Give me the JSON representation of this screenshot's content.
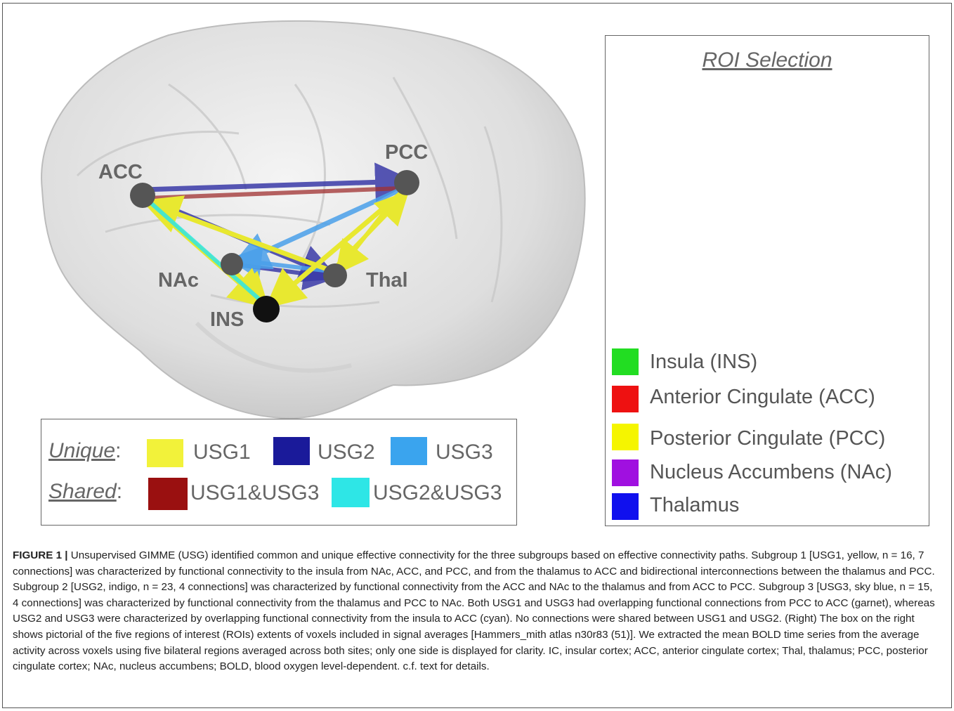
{
  "brain_figure": {
    "nodes": {
      "acc": "ACC",
      "pcc": "PCC",
      "nac": "NAc",
      "thal": "Thal",
      "ins": "INS"
    }
  },
  "legend": {
    "unique_label": "Unique",
    "shared_label": "Shared",
    "colon": ":",
    "items": [
      {
        "label": "USG1",
        "color": "#f2f23a"
      },
      {
        "label": "USG2",
        "color": "#1a1a9a"
      },
      {
        "label": "USG3",
        "color": "#3aa4ee"
      },
      {
        "label": "USG1&USG3",
        "color": "#9a1010"
      },
      {
        "label": "USG2&USG3",
        "color": "#2ee6e6"
      }
    ]
  },
  "roi_panel": {
    "title": "ROI Selection",
    "items": [
      {
        "label": "Insula (INS)",
        "color": "#22dd22"
      },
      {
        "label": "Anterior Cingulate (ACC)",
        "color": "#ee1111"
      },
      {
        "label": "Posterior Cingulate (PCC)",
        "color": "#f5f500"
      },
      {
        "label": "Nucleus Accumbens (NAc)",
        "color": "#a010e0"
      },
      {
        "label": "Thalamus",
        "color": "#1010ee"
      }
    ]
  },
  "caption": {
    "figure_label": "FIGURE 1 |",
    "text": " Unsupervised GIMME (USG) identified common and unique effective connectivity for the three subgroups based on effective connectivity paths. Subgroup 1 [USG1, yellow, n = 16, 7 connections] was characterized by functional connectivity to the insula from NAc, ACC, and PCC, and from the thalamus to ACC and bidirectional interconnections between the thalamus and PCC. Subgroup 2 [USG2, indigo, n = 23, 4 connections] was characterized by functional connectivity from the ACC and NAc to the thalamus and from ACC to PCC. Subgroup 3 [USG3, sky blue, n = 15, 4 connections] was characterized by functional connectivity from the thalamus and PCC to NAc. Both USG1 and USG3 had overlapping functional connections from PCC to ACC (garnet), whereas USG2 and USG3 were characterized by overlapping functional connectivity from the insula to ACC (cyan). No connections were shared between USG1 and USG2. (Right) The box on the right shows pictorial of the five regions of interest (ROIs) extents of voxels included in signal averages [Hammers_mith atlas n30r83 (51)]. We extracted the mean BOLD time series from the average activity across voxels using five bilateral regions averaged across both sites; only one side is displayed for clarity. IC, insular cortex; ACC, anterior cingulate cortex; Thal, thalamus; PCC, posterior cingulate cortex; NAc, nucleus accumbens; BOLD, blood oxygen level-dependent. c.f. text for details."
  }
}
